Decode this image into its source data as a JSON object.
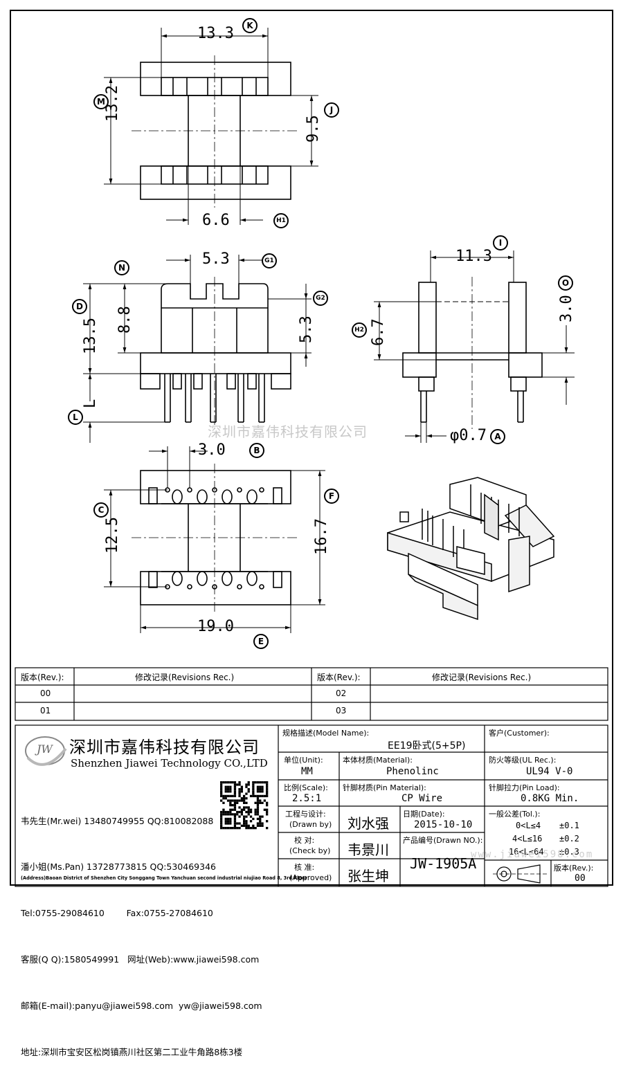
{
  "dimensions": {
    "top_width": "13.3",
    "top_height": "13.2",
    "top_inner": "9.5",
    "top_core": "6.6",
    "side_g1": "5.3",
    "side_g2": "5.3",
    "side_n": "8.8",
    "side_d": "13.5",
    "side_l": "L",
    "end_width": "11.3",
    "end_o": "3.0",
    "end_h2": "6.7",
    "end_pin": "φ0.7",
    "bottom_pitch": "3.0",
    "bottom_c": "12.5",
    "bottom_f": "16.7",
    "bottom_e": "19.0"
  },
  "callouts": {
    "K": "K",
    "M": "M",
    "J": "J",
    "H1": "H1",
    "N": "N",
    "G1": "G1",
    "G2": "G2",
    "D": "D",
    "L": "L",
    "I": "I",
    "O": "O",
    "H2": "H2",
    "A": "A",
    "B": "B",
    "C": "C",
    "F": "F",
    "E": "E"
  },
  "watermark": "深圳市嘉伟科技有限公司",
  "revisions": {
    "rev_header": "版本(Rev.):",
    "rec_header": "修改记录(Revisions Rec.)",
    "rev_00": "00",
    "rev_01": "01",
    "rev_02": "02",
    "rev_03": "03"
  },
  "company": {
    "logo_text": "JW",
    "name_cn": "深圳市嘉伟科技有限公司",
    "name_en": "Shenzhen Jiawei Technology CO.,LTD",
    "contacts": [
      "韦先生(Mr.wei) 13480749955 QQ:810082088",
      "潘小姐(Ms.Pan) 13728773815 QQ:530469346",
      "Tel:0755-29084610        Fax:0755-27084610",
      "客服(Q Q):1580549991   网址(Web):www.jiawei598.com",
      "邮箱(E-mail):panyu@jiawei598.com  yw@jiawei598.com",
      "地址:深圳市宝安区松岗镇燕川社区第二工业牛角路8栋3楼"
    ],
    "address_en": "(Address)Baoan District of Shenzhen City Songgang Town Yanchuan  second industrial niujiao Road 8, 3rd Floor"
  },
  "title_block": {
    "model_label": "规格描述(Model Name):",
    "model_value": "EE19卧式(5+5P)",
    "customer_label": "客户(Customer):",
    "unit_label": "单位(Unit):",
    "unit_value": "MM",
    "material_label": "本体材质(Material):",
    "material_value": "Phenolinc",
    "ul_label": "防火等级(UL Rec.):",
    "ul_value": "UL94 V-0",
    "scale_label": "比例(Scale):",
    "scale_value": "2.5:1",
    "pin_material_label": "针脚材质(Pin Material):",
    "pin_material_value": "CP Wire",
    "pin_load_label": "针脚拉力(Pin Load):",
    "pin_load_value": "0.8KG Min.",
    "drawn_label_cn": "工程与设计:",
    "drawn_label_en": "(Drawn by)",
    "drawn_value": "刘水强",
    "date_label": "日期(Date):",
    "date_value": "2015-10-10",
    "tol_label": "一般公差(Tol.):",
    "tol_rows": [
      {
        "range": "0<L≤4",
        "value": "±0.1"
      },
      {
        "range": "4<L≤16",
        "value": "±0.2"
      },
      {
        "range": "16<L≤64",
        "value": "±0.3"
      }
    ],
    "check_label_cn": "校  对:",
    "check_label_en": "(Check by)",
    "check_value": "韦景川",
    "drawing_no_label": "产品编号(Drawn NO.):",
    "drawing_no_value": "JW-1905A",
    "approved_label_cn": "核  准:",
    "approved_label_en": "(Approved)",
    "approved_value": "张生坤",
    "rev_label": "版本(Rev.):",
    "rev_value": "00",
    "web_watermark": "www.jiawei598.com"
  }
}
